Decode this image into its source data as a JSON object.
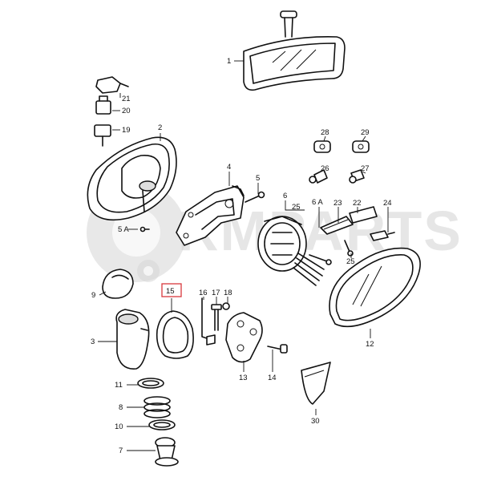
{
  "watermark": {
    "text": "RMPARTS"
  },
  "highlight": {
    "label": "15",
    "color": "#d8383d"
  },
  "callouts": [
    {
      "id": "1",
      "label": "1"
    },
    {
      "id": "2",
      "label": "2"
    },
    {
      "id": "3",
      "label": "3"
    },
    {
      "id": "4",
      "label": "4"
    },
    {
      "id": "5",
      "label": "5"
    },
    {
      "id": "5A",
      "label": "5 A"
    },
    {
      "id": "6",
      "label": "6"
    },
    {
      "id": "6A",
      "label": "6 A"
    },
    {
      "id": "7",
      "label": "7"
    },
    {
      "id": "8",
      "label": "8"
    },
    {
      "id": "9",
      "label": "9"
    },
    {
      "id": "10",
      "label": "10"
    },
    {
      "id": "11",
      "label": "11"
    },
    {
      "id": "12",
      "label": "12"
    },
    {
      "id": "13",
      "label": "13"
    },
    {
      "id": "14",
      "label": "14"
    },
    {
      "id": "15",
      "label": "15"
    },
    {
      "id": "16",
      "label": "16"
    },
    {
      "id": "17",
      "label": "17"
    },
    {
      "id": "18",
      "label": "18"
    },
    {
      "id": "19",
      "label": "19"
    },
    {
      "id": "20",
      "label": "20"
    },
    {
      "id": "21",
      "label": "21"
    },
    {
      "id": "22",
      "label": "22"
    },
    {
      "id": "23",
      "label": "23"
    },
    {
      "id": "24",
      "label": "24"
    },
    {
      "id": "25a",
      "label": "25"
    },
    {
      "id": "25b",
      "label": "25"
    },
    {
      "id": "26",
      "label": "26"
    },
    {
      "id": "27",
      "label": "27"
    },
    {
      "id": "28",
      "label": "28"
    },
    {
      "id": "29",
      "label": "29"
    },
    {
      "id": "30",
      "label": "30"
    }
  ]
}
